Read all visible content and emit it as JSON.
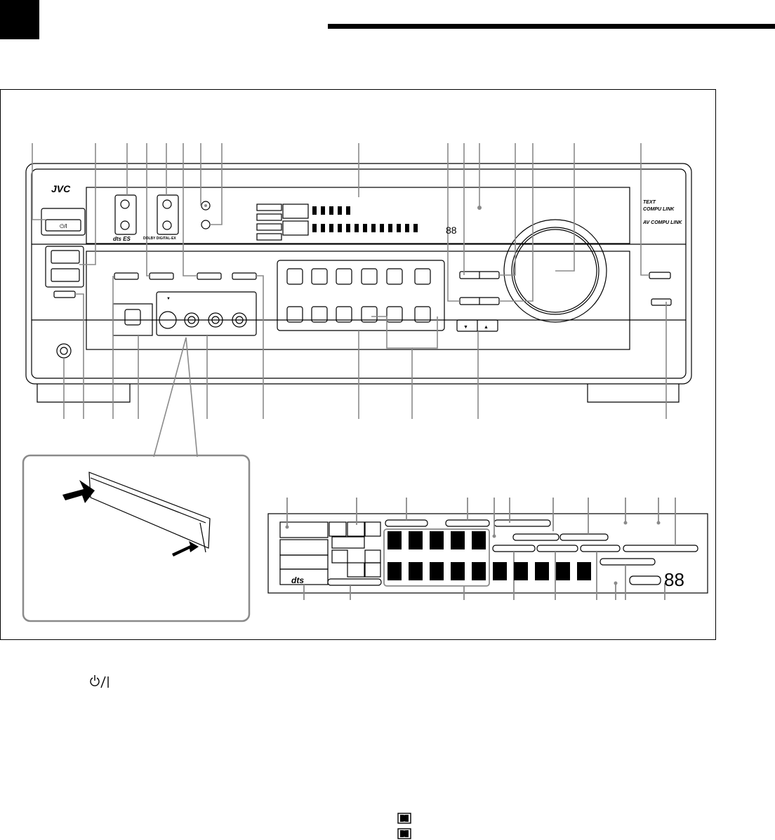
{
  "brand": {
    "name": "JVC"
  },
  "logos": {
    "text_compu_link_badge": "TEXT",
    "text_compu_link": "COMPU LINK",
    "av_compu_link": "AV COMPU LINK",
    "dts_es": "dts ES",
    "dolby_digital_ex": "DOLBY DIGITAL-EX",
    "dts_display": "dts"
  },
  "labels": {
    "power_symbol": "⏻/I",
    "display_digits": "88",
    "key_up": "▲",
    "key_down": "▼",
    "input_arrow": "▼"
  },
  "footnote_icons": [
    "power-standby-icon",
    "dolby-logo-icon",
    "dolby-logo-icon"
  ],
  "colors": {
    "line": "#000000",
    "callout_gray": "#8a8a8a",
    "panel_fill": "#ffffff"
  }
}
